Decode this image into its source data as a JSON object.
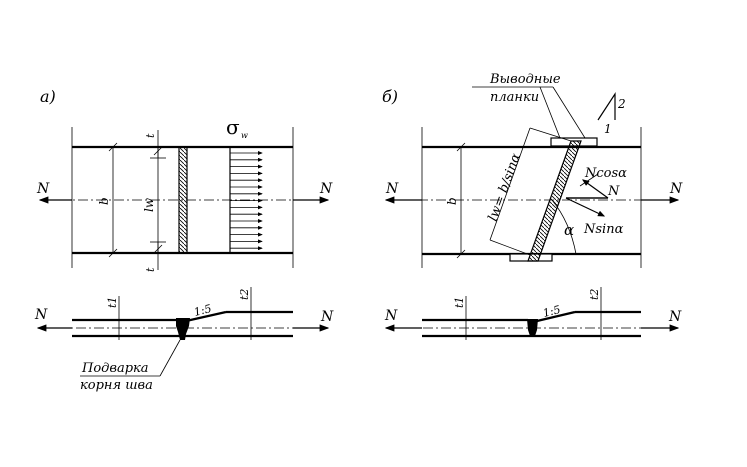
{
  "panel_a": {
    "label": "а)",
    "sigma": "σ",
    "sigma_sub": "w",
    "force_left": "N",
    "force_right": "N",
    "dim_t_top": "t",
    "dim_t_bottom": "t",
    "dim_b": "b",
    "dim_lw": "lw",
    "section_force_left": "N",
    "section_force_right": "N",
    "section_t1": "t1",
    "section_t2": "t2",
    "slope": "1:5",
    "note_line1": "Подварка",
    "note_line2": "корня шва"
  },
  "panel_b": {
    "label": "б)",
    "tabs_line1": "Выводные",
    "tabs_line2": "планки",
    "ratio_2": "2",
    "ratio_1": "1",
    "force_left": "N",
    "force_right": "N",
    "dim_b": "b",
    "lw_formula": "lw= b/sinα",
    "ncos": "Ncosα",
    "nsin": "Nsinα",
    "n_center": "N",
    "alpha": "α",
    "section_force_left": "N",
    "section_force_right": "N",
    "section_t1": "t1",
    "section_t2": "t2",
    "slope": "1:5"
  }
}
